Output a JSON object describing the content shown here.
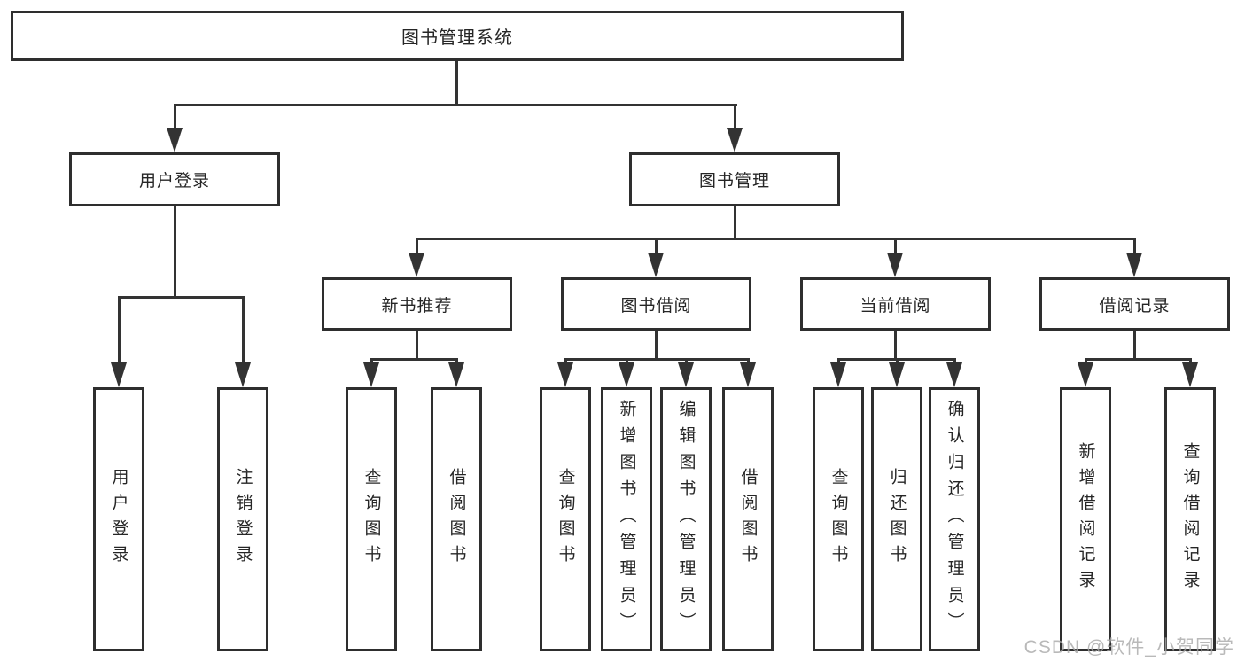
{
  "colors": {
    "line": "#333333",
    "box_border": "#2e2e2e",
    "box_fill": "#ffffff",
    "text": "#262626",
    "watermark": "#a8a8a8"
  },
  "watermark": {
    "text": "CSDN @软件_小贺同学"
  },
  "tree": {
    "label": "图书管理系统",
    "children": [
      {
        "label": "用户登录",
        "children": [
          {
            "label": "用户登录"
          },
          {
            "label": "注销登录"
          }
        ]
      },
      {
        "label": "图书管理",
        "children": [
          {
            "label": "新书推荐",
            "children": [
              {
                "label": "查询图书"
              },
              {
                "label": "借阅图书"
              }
            ]
          },
          {
            "label": "图书借阅",
            "children": [
              {
                "label": "查询图书"
              },
              {
                "label": "新增图书（管理员）"
              },
              {
                "label": "编辑图书（管理员）"
              },
              {
                "label": "借阅图书"
              }
            ]
          },
          {
            "label": "当前借阅",
            "children": [
              {
                "label": "查询图书"
              },
              {
                "label": "归还图书"
              },
              {
                "label": "确认归还（管理员）"
              }
            ]
          },
          {
            "label": "借阅记录",
            "children": [
              {
                "label": "新增借阅记录"
              },
              {
                "label": "查询借阅记录"
              }
            ]
          }
        ]
      }
    ]
  }
}
